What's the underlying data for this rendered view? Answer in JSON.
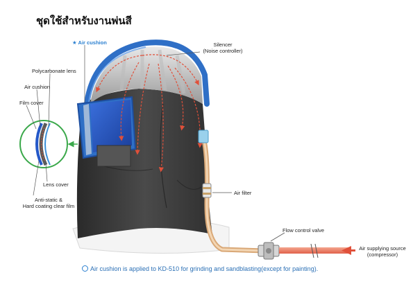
{
  "title": "ชุดใช้สำหรับงานพ่นสี",
  "labels": {
    "air_cushion_top": "★ Air cushion",
    "silencer": "Silencer",
    "noise_controller": "(Noise controller)",
    "polycarbonate_lens": "Polycarbonate lens",
    "air_cushion": "Air cushion",
    "film_cover": "Film cover",
    "lens_cover": "Lens cover",
    "anti_static_1": "Anti-static &",
    "anti_static_2": "Hard coating clear film",
    "air_filter": "Air filter",
    "flow_control_valve": "Flow control valve",
    "air_source_1": "Air supplying source",
    "air_source_2": "(compressor)"
  },
  "footnote": "Air cushion is applied to KD-510 for grinding and sandblasting(except for painting).",
  "colors": {
    "helmet_blue": "#2f6fc6",
    "visor_blue": "#2458c8",
    "hood": "#3a3a3a",
    "airflow": "#e0503a",
    "hose": "#e6b98a",
    "accent_green": "#3aa84a",
    "label_blue": "#2a7fd0"
  }
}
